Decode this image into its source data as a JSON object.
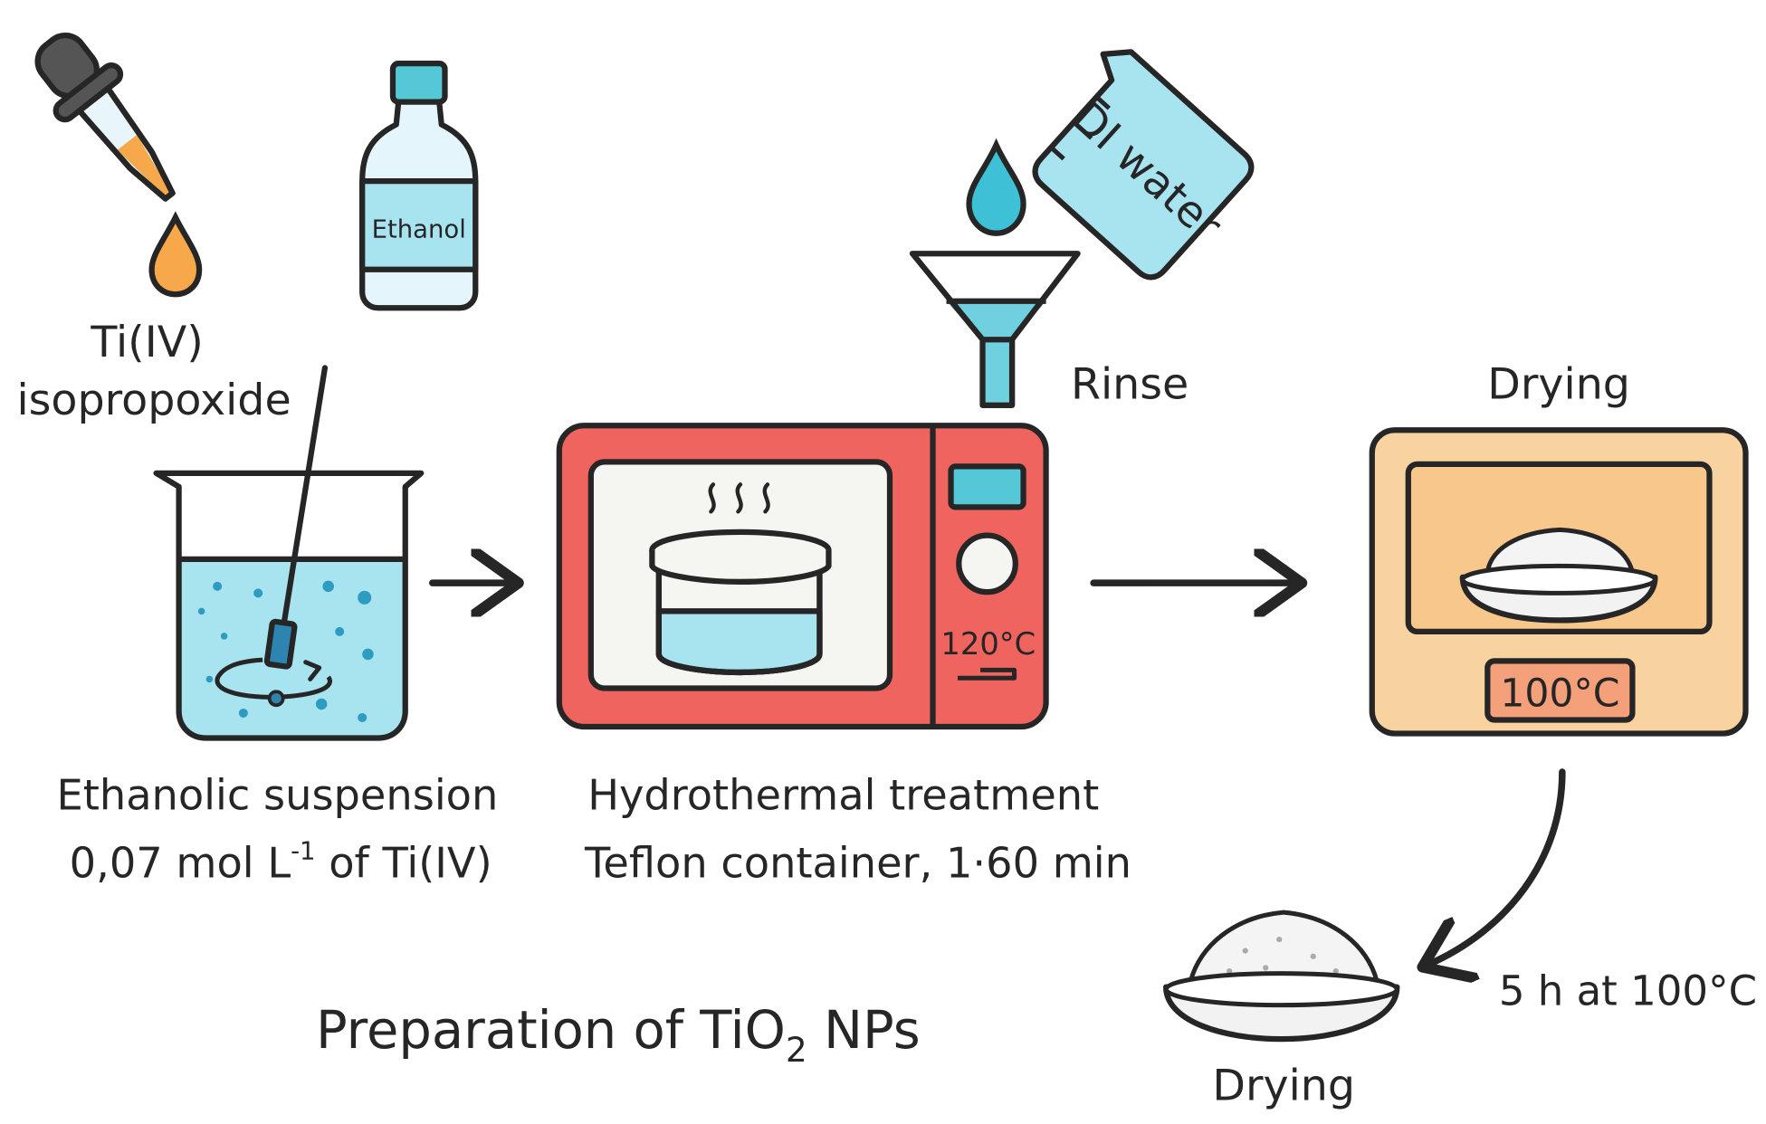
{
  "labels": {
    "precursor_line1": "Ti(IV)",
    "precursor_line2": "isopropoxide",
    "ethanol_bottle": "Ethanol",
    "di_water": "DI water",
    "rinse": "Rinse",
    "drying_top": "Drying",
    "microwave_temp": "120°C",
    "oven_temp": "100°C",
    "suspension_line1": "Ethanolic suspension",
    "suspension_line2": "0,07 mol L",
    "suspension_sup": "-1",
    "suspension_line2_tail": " of Ti(IV)",
    "hydro_line1": "Hydrothermal treatment",
    "hydro_line2": "Teflon container, 1·60 min",
    "duration": "5 h at 100°C",
    "drying_bottom": "Drying",
    "caption_main": "Preparation of TiO",
    "caption_sub": "2",
    "caption_tail": " NPs"
  },
  "colors": {
    "outline": "#262626",
    "liquid_blue": "#a8e3f0",
    "water_cyan": "#6fd0e0",
    "orange_drop": "#f6a84a",
    "microwave_red": "#f0645f",
    "oven_peach": "#f8d3a0",
    "oven_inner": "#f7c78c",
    "temp_badge": "#f4a07a",
    "panel_cyan": "#55c8d8"
  },
  "icons": [
    "dropper-icon",
    "ethanol-bottle-icon",
    "beaker-icon",
    "stir-bar-icon",
    "arrow-icon",
    "microwave-icon",
    "teflon-container-icon",
    "funnel-icon",
    "di-water-bottle-icon",
    "water-drop-icon",
    "oven-icon",
    "powder-dish-icon"
  ]
}
